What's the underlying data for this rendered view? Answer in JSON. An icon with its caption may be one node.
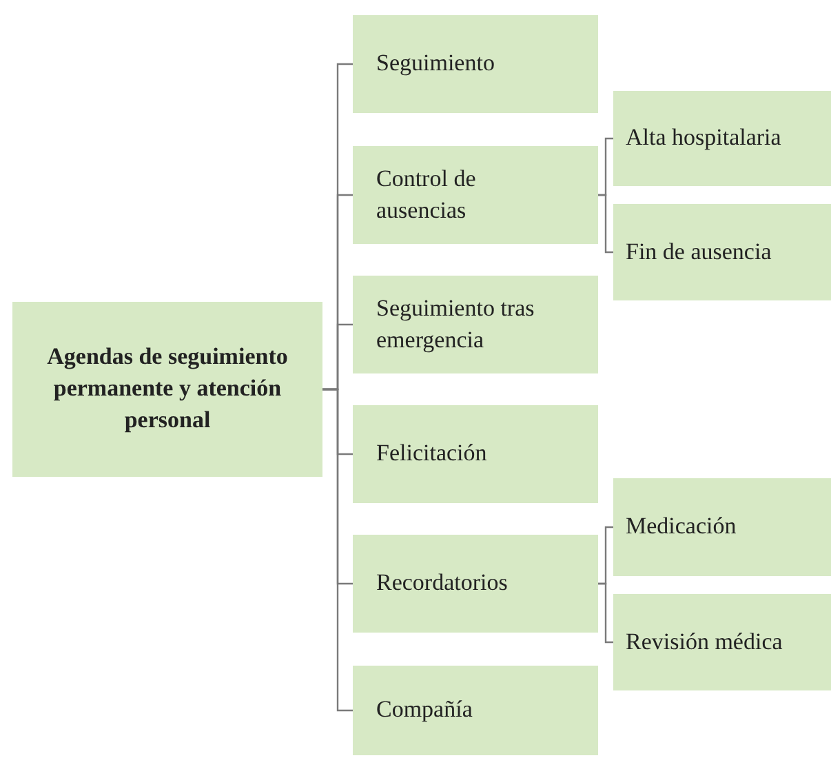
{
  "diagram": {
    "nodes": [
      {
        "text": [
          "Agendas de seguimiento permanente y atención personal"
        ]
      },
      {
        "text": [
          "Seguimiento"
        ]
      },
      {
        "text": [
          "Control de ausencias"
        ]
      },
      {
        "text": [
          "Alta hospitalaria"
        ]
      },
      {
        "text": [
          "Fin de ausencia"
        ]
      },
      {
        "text": [
          "Seguimiento tras emergencia"
        ]
      },
      {
        "text": [
          "Felicitación"
        ]
      },
      {
        "text": [
          "Recordatorios"
        ]
      },
      {
        "text": [
          "Medicación"
        ]
      },
      {
        "text": [
          "Revisión médica"
        ]
      },
      {
        "text": [
          "Compañía"
        ]
      }
    ],
    "edges": [
      {
        "from": 0,
        "to": 1,
        "arrow": "none"
      },
      {
        "from": 0,
        "to": 2,
        "arrow": "none"
      },
      {
        "from": 0,
        "to": 5,
        "arrow": "none"
      },
      {
        "from": 0,
        "to": 6,
        "arrow": "none"
      },
      {
        "from": 0,
        "to": 7,
        "arrow": "none"
      },
      {
        "from": 0,
        "to": 10,
        "arrow": "none"
      },
      {
        "from": 2,
        "to": 3,
        "arrow": "none"
      },
      {
        "from": 2,
        "to": 4,
        "arrow": "none"
      },
      {
        "from": 7,
        "to": 8,
        "arrow": "none"
      },
      {
        "from": 7,
        "to": 9,
        "arrow": "none"
      }
    ]
  }
}
